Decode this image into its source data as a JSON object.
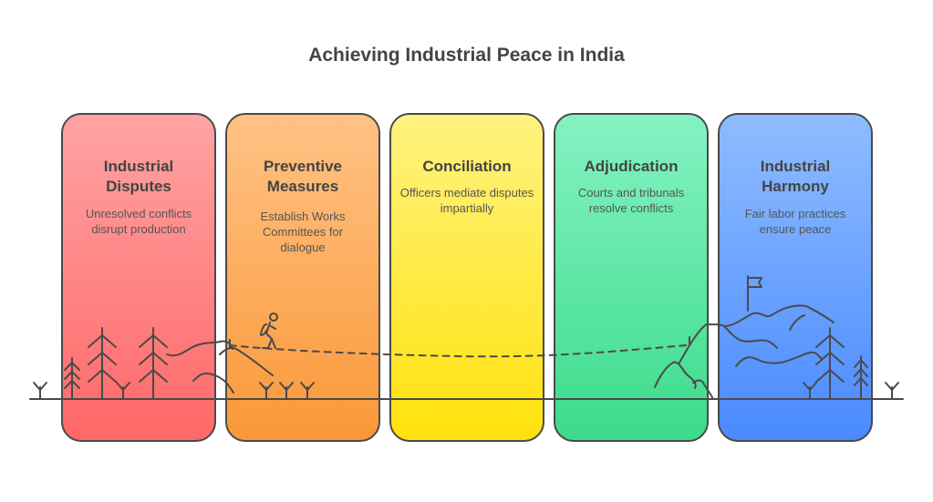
{
  "title": "Achieving Industrial Peace in India",
  "stages": [
    {
      "title_line1": "Industrial",
      "title_line2": "Disputes",
      "description": "Unresolved conflicts disrupt production",
      "color_top": "#ffa3a3",
      "color_bottom": "#ff6868"
    },
    {
      "title_line1": "Preventive",
      "title_line2": "Measures",
      "description": "Establish Works Committees for dialogue",
      "color_top": "#ffc285",
      "color_bottom": "#fa9838"
    },
    {
      "title_line1": "Conciliation",
      "title_line2": "",
      "description": "Officers mediate disputes impartially",
      "color_top": "#fff27f",
      "color_bottom": "#ffe20c"
    },
    {
      "title_line1": "Adjudication",
      "title_line2": "",
      "description": "Courts and tribunals resolve conflicts",
      "color_top": "#84f2c2",
      "color_bottom": "#3cdb8b"
    },
    {
      "title_line1": "Industrial",
      "title_line2": "Harmony",
      "description": "Fair labor practices ensure peace",
      "color_top": "#8ebcff",
      "color_bottom": "#4a8aff"
    }
  ]
}
